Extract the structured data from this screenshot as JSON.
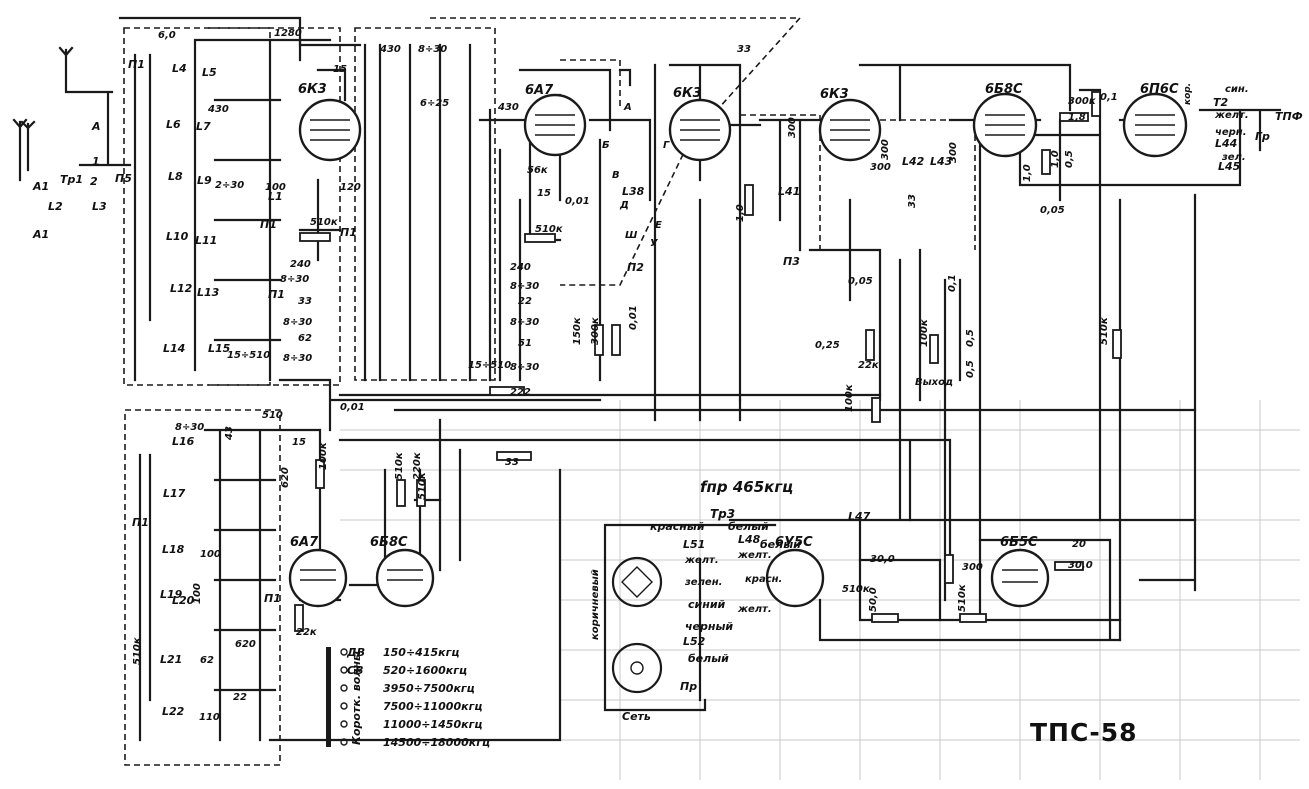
{
  "badge": "ТПС-58",
  "if_label": "fпр 465кгц",
  "tubes": [
    {
      "id": "v1",
      "label": "6К3"
    },
    {
      "id": "v2",
      "label": "6А7"
    },
    {
      "id": "v3",
      "label": "6К3"
    },
    {
      "id": "v4",
      "label": "6К3"
    },
    {
      "id": "v5",
      "label": "6Б8С"
    },
    {
      "id": "v6",
      "label": "6П6С"
    },
    {
      "id": "v7",
      "label": "6А7"
    },
    {
      "id": "v8",
      "label": "6Б8С"
    },
    {
      "id": "v9",
      "label": "6У5С"
    },
    {
      "id": "v10",
      "label": "6Б5С"
    }
  ],
  "antenna_labels": [
    "А",
    "А1",
    "А1",
    "Тр1",
    "L2",
    "L3",
    "П5",
    "1",
    "2"
  ],
  "inductors": [
    "L4",
    "L5",
    "L6",
    "L7",
    "L8",
    "L9",
    "L10",
    "L11",
    "L12",
    "L13",
    "L14",
    "L15",
    "L1",
    "L16",
    "L17",
    "L18",
    "L19",
    "L20",
    "L21",
    "L22",
    "L38",
    "L41",
    "L42",
    "L43",
    "L44",
    "L45",
    "L47",
    "L48",
    "L51",
    "L52"
  ],
  "components": [
    "6,0",
    "1280",
    "15",
    "430",
    "8÷30",
    "6÷25",
    "2÷30",
    "430",
    "100",
    "510к",
    "120",
    "240",
    "8÷30",
    "33",
    "8÷30",
    "62",
    "8÷30",
    "15÷510",
    "430",
    "15",
    "56к",
    "0,01",
    "510к",
    "240",
    "8÷30",
    "22",
    "8÷30",
    "51",
    "8÷30",
    "15÷510",
    "222",
    "0,01",
    "150к",
    "300к",
    "0,01",
    "33",
    "1,0",
    "300",
    "300",
    "300",
    "33",
    "300",
    "0,05",
    "0,25",
    "22к",
    "100к",
    "0,1",
    "100к",
    "0,5",
    "0,5",
    "300к",
    "1,8",
    "0,1",
    "1,0",
    "1,0",
    "0,5",
    "0,05",
    "510к",
    "510",
    "8÷30",
    "43",
    "15",
    "620",
    "100к",
    "22к",
    "510к",
    "220к",
    "510к",
    "33",
    "510к",
    "30,0",
    "50,0",
    "300",
    "510к",
    "20",
    "30,0",
    "510к",
    "62",
    "100",
    "110",
    "100",
    "620",
    "22",
    "62"
  ],
  "switch_labels": [
    "П1",
    "П1",
    "П1",
    "П1",
    "П2",
    "П3",
    "П1",
    "П1"
  ],
  "transformer": {
    "label": "Тр3",
    "wire_colors": [
      "красный",
      "белый",
      "желт.",
      "зелен.",
      "синий",
      "черный",
      "белый",
      "коричневый",
      "белый",
      "желт.",
      "красн.",
      "желт."
    ],
    "labels": [
      "Пр",
      "Сеть"
    ]
  },
  "output": {
    "label": "Т2",
    "wires": [
      "син.",
      "желт.",
      "черн.",
      "кор.",
      "зел."
    ],
    "jack": "ТПФ",
    "speaker": "Гр"
  },
  "bands": {
    "title": "Коротк. волны",
    "items": [
      {
        "code": "ДВ",
        "range": "150÷415кгц"
      },
      {
        "code": "СВ",
        "range": "520÷1600кгц"
      },
      {
        "code": "",
        "range": "3950÷7500кгц"
      },
      {
        "code": "",
        "range": "7500÷11000кгц"
      },
      {
        "code": "",
        "range": "11000÷1450кгц"
      },
      {
        "code": "",
        "range": "14500÷18000кгц"
      }
    ]
  },
  "misc_labels": [
    "А",
    "Б",
    "В",
    "Г",
    "Д",
    "Е",
    "Ш",
    "У",
    "Выход"
  ]
}
